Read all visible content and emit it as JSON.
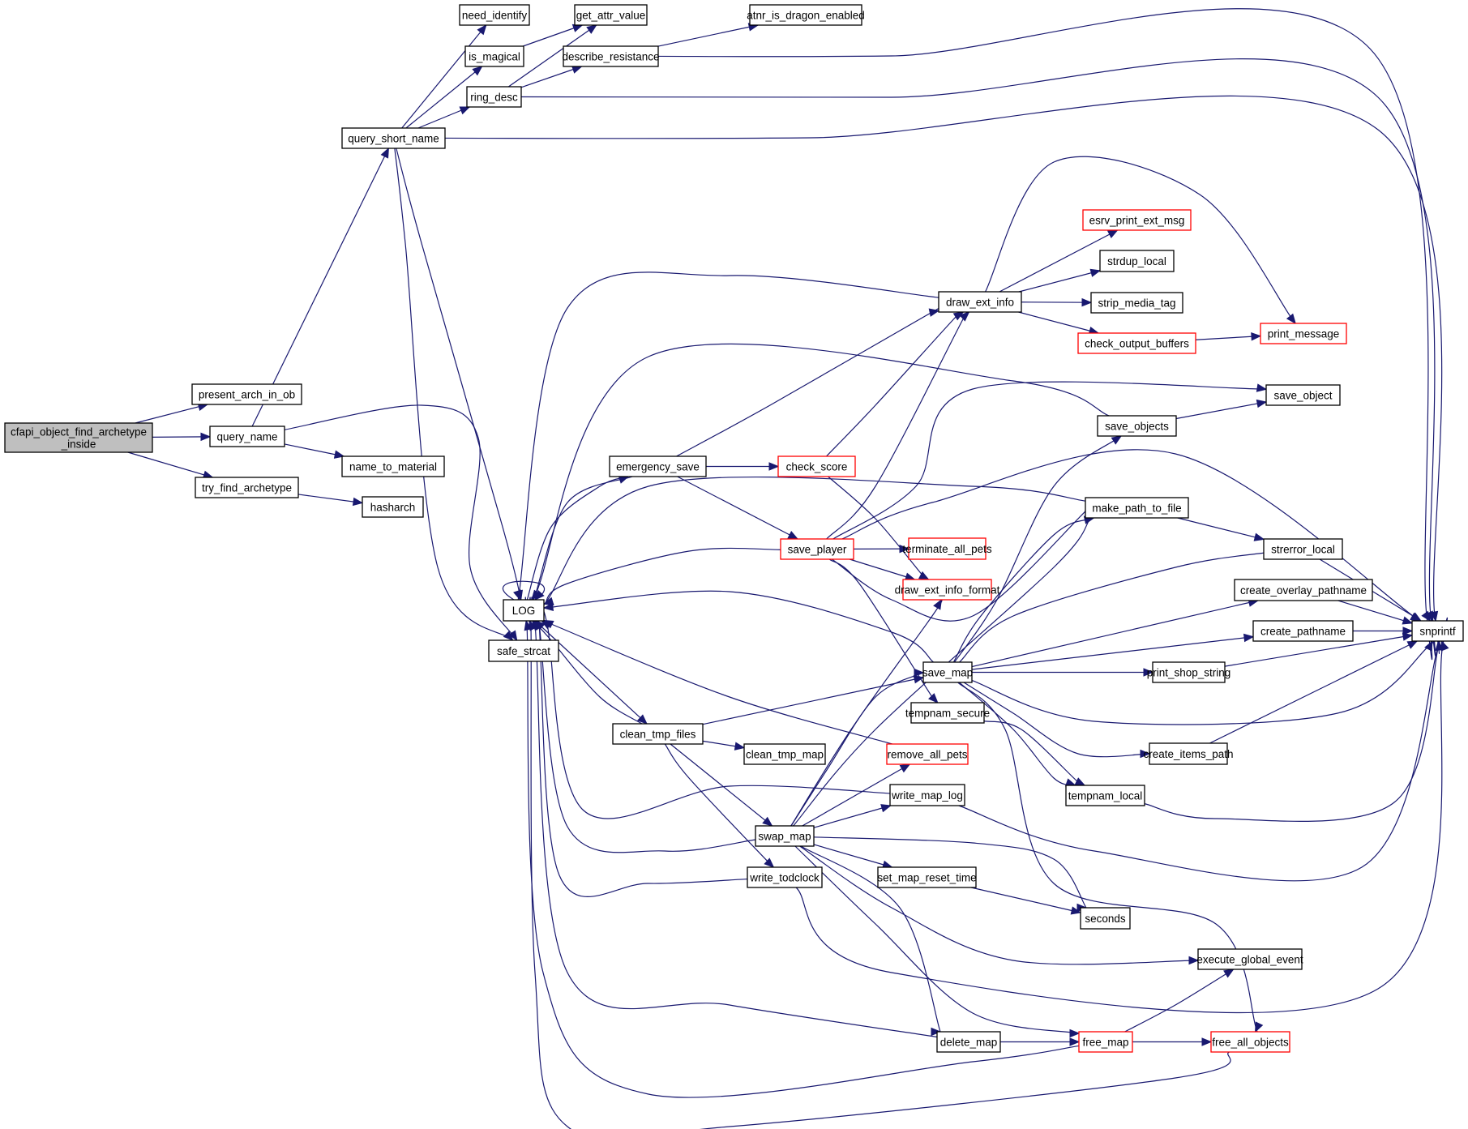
{
  "graph": {
    "title": "cfapi_object_find_archetype_inside call graph",
    "colors": {
      "edge": "#191970",
      "root_fill": "#bfbfbf",
      "node_border": "#000000",
      "truncated_border": "#ff0000"
    },
    "nodes": [
      {
        "id": "cfapi",
        "label": [
          "cfapi_object_find_archetype",
          "_inside"
        ],
        "kind": "root"
      },
      {
        "id": "present_arch_in_ob",
        "label": [
          "present_arch_in_ob"
        ],
        "kind": "normal"
      },
      {
        "id": "query_name",
        "label": [
          "query_name"
        ],
        "kind": "normal"
      },
      {
        "id": "name_to_material",
        "label": [
          "name_to_material"
        ],
        "kind": "normal"
      },
      {
        "id": "try_find_archetype",
        "label": [
          "try_find_archetype"
        ],
        "kind": "normal"
      },
      {
        "id": "hasharch",
        "label": [
          "hasharch"
        ],
        "kind": "normal"
      },
      {
        "id": "query_short_name",
        "label": [
          "query_short_name"
        ],
        "kind": "normal"
      },
      {
        "id": "need_identify",
        "label": [
          "need_identify"
        ],
        "kind": "normal"
      },
      {
        "id": "is_magical",
        "label": [
          "is_magical"
        ],
        "kind": "normal"
      },
      {
        "id": "ring_desc",
        "label": [
          "ring_desc"
        ],
        "kind": "normal"
      },
      {
        "id": "get_attr_value",
        "label": [
          "get_attr_value"
        ],
        "kind": "normal"
      },
      {
        "id": "describe_resistance",
        "label": [
          "describe_resistance"
        ],
        "kind": "normal"
      },
      {
        "id": "atnr_is_dragon_enabled",
        "label": [
          "atnr_is_dragon_enabled"
        ],
        "kind": "normal"
      },
      {
        "id": "LOG",
        "label": [
          "LOG"
        ],
        "kind": "normal"
      },
      {
        "id": "safe_strcat",
        "label": [
          "safe_strcat"
        ],
        "kind": "normal"
      },
      {
        "id": "emergency_save",
        "label": [
          "emergency_save"
        ],
        "kind": "normal"
      },
      {
        "id": "check_score",
        "label": [
          "check_score"
        ],
        "kind": "truncated"
      },
      {
        "id": "save_player",
        "label": [
          "save_player"
        ],
        "kind": "truncated"
      },
      {
        "id": "draw_ext_info",
        "label": [
          "draw_ext_info"
        ],
        "kind": "normal"
      },
      {
        "id": "esrv_print_ext_msg",
        "label": [
          "esrv_print_ext_msg"
        ],
        "kind": "truncated"
      },
      {
        "id": "strdup_local",
        "label": [
          "strdup_local"
        ],
        "kind": "normal"
      },
      {
        "id": "strip_media_tag",
        "label": [
          "strip_media_tag"
        ],
        "kind": "normal"
      },
      {
        "id": "check_output_buffers",
        "label": [
          "check_output_buffers"
        ],
        "kind": "truncated"
      },
      {
        "id": "print_message",
        "label": [
          "print_message"
        ],
        "kind": "truncated"
      },
      {
        "id": "save_object",
        "label": [
          "save_object"
        ],
        "kind": "normal"
      },
      {
        "id": "save_objects",
        "label": [
          "save_objects"
        ],
        "kind": "normal"
      },
      {
        "id": "make_path_to_file",
        "label": [
          "make_path_to_file"
        ],
        "kind": "normal"
      },
      {
        "id": "strerror_local",
        "label": [
          "strerror_local"
        ],
        "kind": "normal"
      },
      {
        "id": "terminate_all_pets",
        "label": [
          "terminate_all_pets"
        ],
        "kind": "truncated"
      },
      {
        "id": "draw_ext_info_format",
        "label": [
          "draw_ext_info_format"
        ],
        "kind": "truncated"
      },
      {
        "id": "create_overlay_pathname",
        "label": [
          "create_overlay_pathname"
        ],
        "kind": "normal"
      },
      {
        "id": "create_pathname",
        "label": [
          "create_pathname"
        ],
        "kind": "normal"
      },
      {
        "id": "snprintf",
        "label": [
          "snprintf"
        ],
        "kind": "normal"
      },
      {
        "id": "save_map",
        "label": [
          "save_map"
        ],
        "kind": "normal"
      },
      {
        "id": "print_shop_string",
        "label": [
          "print_shop_string"
        ],
        "kind": "normal"
      },
      {
        "id": "tempnam_secure",
        "label": [
          "tempnam_secure"
        ],
        "kind": "normal"
      },
      {
        "id": "clean_tmp_files",
        "label": [
          "clean_tmp_files"
        ],
        "kind": "normal"
      },
      {
        "id": "clean_tmp_map",
        "label": [
          "clean_tmp_map"
        ],
        "kind": "normal"
      },
      {
        "id": "remove_all_pets",
        "label": [
          "remove_all_pets"
        ],
        "kind": "truncated"
      },
      {
        "id": "create_items_path",
        "label": [
          "create_items_path"
        ],
        "kind": "normal"
      },
      {
        "id": "write_map_log",
        "label": [
          "write_map_log"
        ],
        "kind": "normal"
      },
      {
        "id": "tempnam_local",
        "label": [
          "tempnam_local"
        ],
        "kind": "normal"
      },
      {
        "id": "swap_map",
        "label": [
          "swap_map"
        ],
        "kind": "normal"
      },
      {
        "id": "write_todclock",
        "label": [
          "write_todclock"
        ],
        "kind": "normal"
      },
      {
        "id": "set_map_reset_time",
        "label": [
          "set_map_reset_time"
        ],
        "kind": "normal"
      },
      {
        "id": "seconds",
        "label": [
          "seconds"
        ],
        "kind": "normal"
      },
      {
        "id": "execute_global_event",
        "label": [
          "execute_global_event"
        ],
        "kind": "normal"
      },
      {
        "id": "delete_map",
        "label": [
          "delete_map"
        ],
        "kind": "normal"
      },
      {
        "id": "free_map",
        "label": [
          "free_map"
        ],
        "kind": "truncated"
      },
      {
        "id": "free_all_objects",
        "label": [
          "free_all_objects"
        ],
        "kind": "truncated"
      }
    ],
    "edges": [
      [
        "cfapi",
        "present_arch_in_ob"
      ],
      [
        "cfapi",
        "query_name"
      ],
      [
        "cfapi",
        "try_find_archetype"
      ],
      [
        "query_name",
        "query_short_name"
      ],
      [
        "query_name",
        "name_to_material"
      ],
      [
        "query_name",
        "safe_strcat"
      ],
      [
        "try_find_archetype",
        "hasharch"
      ],
      [
        "query_short_name",
        "need_identify"
      ],
      [
        "query_short_name",
        "is_magical"
      ],
      [
        "query_short_name",
        "ring_desc"
      ],
      [
        "query_short_name",
        "snprintf"
      ],
      [
        "query_short_name",
        "LOG"
      ],
      [
        "query_short_name",
        "safe_strcat"
      ],
      [
        "is_magical",
        "get_attr_value"
      ],
      [
        "ring_desc",
        "get_attr_value"
      ],
      [
        "ring_desc",
        "describe_resistance"
      ],
      [
        "ring_desc",
        "snprintf"
      ],
      [
        "describe_resistance",
        "atnr_is_dragon_enabled"
      ],
      [
        "describe_resistance",
        "snprintf"
      ],
      [
        "LOG",
        "LOG"
      ],
      [
        "LOG",
        "emergency_save"
      ],
      [
        "LOG",
        "clean_tmp_files"
      ],
      [
        "emergency_save",
        "LOG"
      ],
      [
        "emergency_save",
        "draw_ext_info"
      ],
      [
        "emergency_save",
        "check_score"
      ],
      [
        "emergency_save",
        "save_player"
      ],
      [
        "check_score",
        "draw_ext_info"
      ],
      [
        "check_score",
        "draw_ext_info_format"
      ],
      [
        "draw_ext_info",
        "LOG"
      ],
      [
        "draw_ext_info",
        "esrv_print_ext_msg"
      ],
      [
        "draw_ext_info",
        "print_message"
      ],
      [
        "draw_ext_info",
        "strdup_local"
      ],
      [
        "draw_ext_info",
        "strip_media_tag"
      ],
      [
        "draw_ext_info",
        "check_output_buffers"
      ],
      [
        "check_output_buffers",
        "print_message"
      ],
      [
        "save_objects",
        "LOG"
      ],
      [
        "save_objects",
        "save_object"
      ],
      [
        "save_player",
        "LOG"
      ],
      [
        "save_player",
        "draw_ext_info"
      ],
      [
        "save_player",
        "save_object"
      ],
      [
        "save_player",
        "snprintf"
      ],
      [
        "save_player",
        "terminate_all_pets"
      ],
      [
        "save_player",
        "draw_ext_info_format"
      ],
      [
        "save_player",
        "make_path_to_file"
      ],
      [
        "save_player",
        "tempnam_secure"
      ],
      [
        "make_path_to_file",
        "LOG"
      ],
      [
        "make_path_to_file",
        "strerror_local"
      ],
      [
        "strerror_local",
        "snprintf"
      ],
      [
        "create_overlay_pathname",
        "snprintf"
      ],
      [
        "create_pathname",
        "snprintf"
      ],
      [
        "print_shop_string",
        "snprintf"
      ],
      [
        "create_items_path",
        "snprintf"
      ],
      [
        "save_map",
        "LOG"
      ],
      [
        "save_map",
        "save_objects"
      ],
      [
        "save_map",
        "make_path_to_file"
      ],
      [
        "save_map",
        "strerror_local"
      ],
      [
        "save_map",
        "create_overlay_pathname"
      ],
      [
        "save_map",
        "create_pathname"
      ],
      [
        "save_map",
        "print_shop_string"
      ],
      [
        "save_map",
        "snprintf"
      ],
      [
        "save_map",
        "create_items_path"
      ],
      [
        "save_map",
        "tempnam_local"
      ],
      [
        "save_map",
        "free_all_objects"
      ],
      [
        "tempnam_secure",
        "tempnam_local"
      ],
      [
        "tempnam_local",
        "snprintf"
      ],
      [
        "clean_tmp_files",
        "LOG"
      ],
      [
        "clean_tmp_files",
        "save_map"
      ],
      [
        "clean_tmp_files",
        "clean_tmp_map"
      ],
      [
        "clean_tmp_files",
        "swap_map"
      ],
      [
        "clean_tmp_files",
        "write_todclock"
      ],
      [
        "remove_all_pets",
        "LOG"
      ],
      [
        "write_map_log",
        "LOG"
      ],
      [
        "write_map_log",
        "snprintf"
      ],
      [
        "swap_map",
        "LOG"
      ],
      [
        "swap_map",
        "draw_ext_info_format"
      ],
      [
        "swap_map",
        "save_map"
      ],
      [
        "swap_map",
        "make_path_to_file"
      ],
      [
        "swap_map",
        "remove_all_pets"
      ],
      [
        "swap_map",
        "write_map_log"
      ],
      [
        "swap_map",
        "set_map_reset_time"
      ],
      [
        "swap_map",
        "seconds"
      ],
      [
        "swap_map",
        "execute_global_event"
      ],
      [
        "swap_map",
        "delete_map"
      ],
      [
        "swap_map",
        "free_map"
      ],
      [
        "write_todclock",
        "LOG"
      ],
      [
        "write_todclock",
        "snprintf"
      ],
      [
        "set_map_reset_time",
        "seconds"
      ],
      [
        "delete_map",
        "LOG"
      ],
      [
        "delete_map",
        "free_map"
      ],
      [
        "free_map",
        "LOG"
      ],
      [
        "free_map",
        "execute_global_event"
      ],
      [
        "free_map",
        "free_all_objects"
      ],
      [
        "free_all_objects",
        "LOG"
      ]
    ]
  }
}
